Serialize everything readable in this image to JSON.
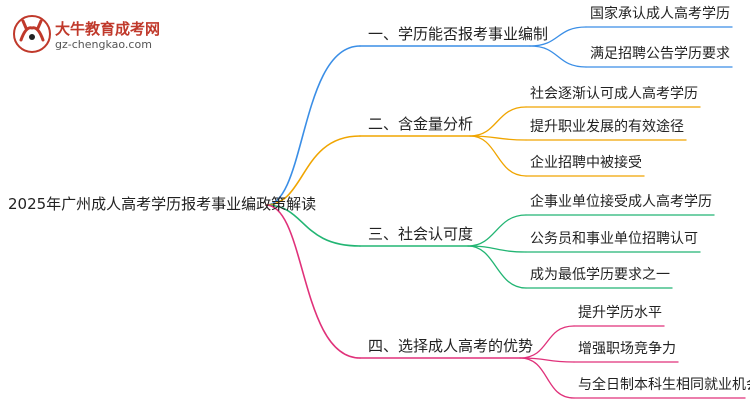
{
  "logo": {
    "title": "大牛教育成考网",
    "url": "gz-chengkao.com"
  },
  "root": {
    "label": "2025年广州成人高考学历报考事业编政策解读"
  },
  "branches": [
    {
      "label": "一、学历能否报考事业编制",
      "color": "#3a8ee6",
      "leaves": [
        "国家承认成人高考学历",
        "满足招聘公告学历要求"
      ]
    },
    {
      "label": "二、含金量分析",
      "color": "#f0a500",
      "leaves": [
        "社会逐渐认可成人高考学历",
        "提升职业发展的有效途径",
        "企业招聘中被接受"
      ]
    },
    {
      "label": "三、社会认可度",
      "color": "#22b573",
      "leaves": [
        "企事业单位接受成人高考学历",
        "公务员和事业单位招聘认可",
        "成为最低学历要求之一"
      ]
    },
    {
      "label": "四、选择成人高考的优势",
      "color": "#e0317a",
      "leaves": [
        "提升学历水平",
        "增强职场竞争力",
        "与全日制本科生相同就业机会"
      ]
    }
  ]
}
